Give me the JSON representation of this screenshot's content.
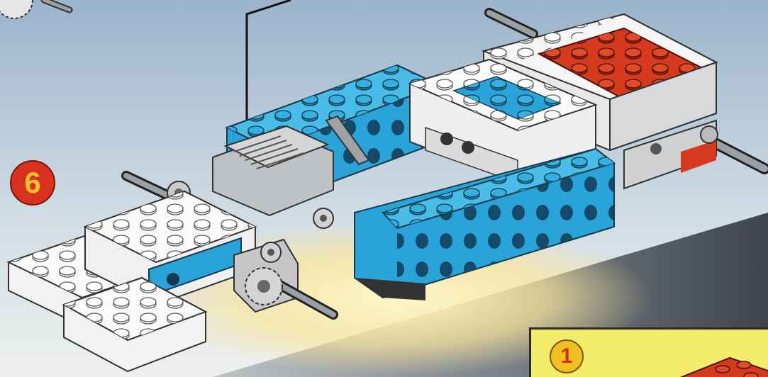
{
  "step": {
    "number": "6"
  },
  "inset": {
    "number": "1"
  },
  "colors": {
    "sky_top": "#9ab4cc",
    "sky_bottom": "#e9eef0",
    "ground_dark": "#4a5058",
    "glow": "#fff2a8",
    "brick_blue": "#29a3d8",
    "brick_white": "#f2f2f2",
    "brick_red": "#d63a1e",
    "plate_grey": "#c9cbcc",
    "axle_grey": "#7d8286",
    "badge_red": "#d8321e",
    "inset_yellow": "#f3ec6a"
  },
  "icons": [
    "step-number-badge",
    "pointer-arrow",
    "step-number-badge-small"
  ]
}
